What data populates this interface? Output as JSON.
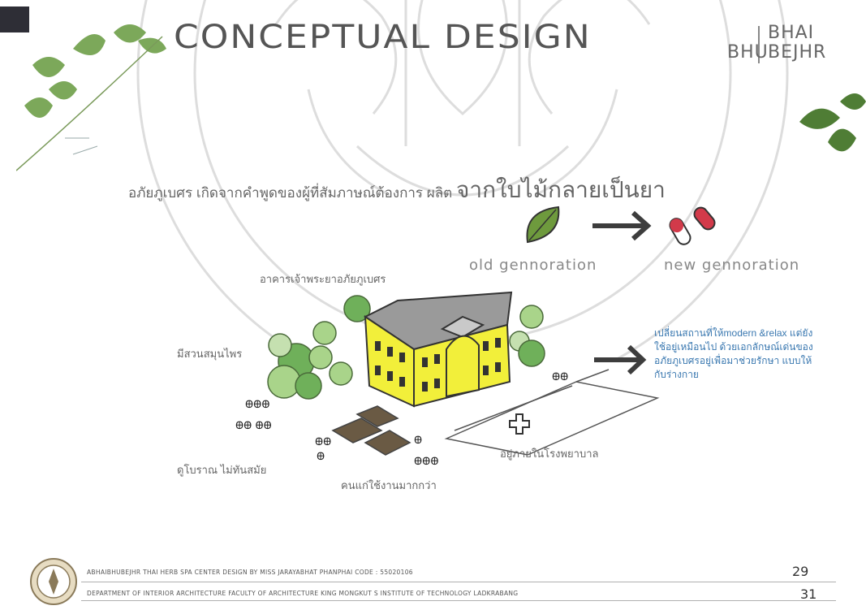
{
  "title": "CONCEPTUAL DESIGN",
  "logo": {
    "line1": "BHAI",
    "line2": "BHU",
    "line3": "BEJHR"
  },
  "headline": {
    "text": "อภัยภูเบศร เกิดจากคำพูดของผู้ที่สัมภาษณ์ต้องการ ผลิต",
    "emphasis": "จากใบไม้กลายเป็นยา"
  },
  "labels": {
    "old_generation": "old gennoration",
    "new_generation": "new gennoration"
  },
  "captions": {
    "building": "อาคารเจ้าพระยาอภัยภูเบศร",
    "garden": "มีสวนสมุนไพร",
    "traditional": "ดูโบราณ ไม่ทันสมัย",
    "youth": "คนแก่ใช้งานมากกว่า",
    "hospital": "อยู่ภายในโรงพยาบาล",
    "concept": "เปลี่ยนสถานที่ให้modern &relax แต่ยังใช้อยู่เหมือนไป ด้วยเอกลักษณ์เด่นของ อภัยภูเบศรอยู่เพื่อมาช่วยรักษา แบบให้กับร่างกาย"
  },
  "footer": {
    "line1": "ABHAIBHUBEJHR THAI HERB SPA CENTER DESIGN BY MISS JARAYABHAT PHANPHAI CODE : 55020106",
    "line2": "DEPARTMENT OF INTERIOR ARCHITECTURE FACULTY OF ARCHITECTURE KING MONGKUT S INSTITUTE OF TECHNOLOGY LADKRABANG",
    "page_top": "29",
    "page_bottom": "31"
  },
  "colors": {
    "building_yellow": "#f2ef3a",
    "tree_green": "#6fb05a",
    "arrow": "#3d3d3d",
    "concept_blue": "#3a78b0"
  }
}
